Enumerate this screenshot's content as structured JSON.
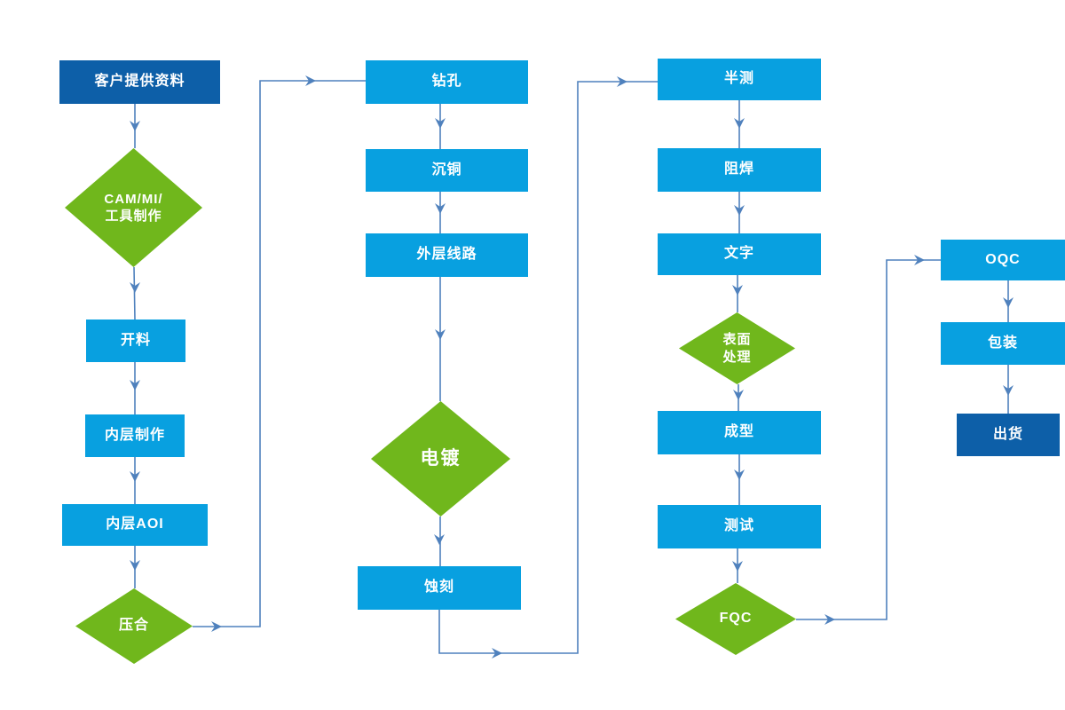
{
  "diagram": {
    "colors": {
      "box_blue": "#08a0e0",
      "box_dark_blue": "#0d5fa8",
      "diamond_green": "#70b71c",
      "connector": "#4f81bd",
      "text": "#ffffff"
    },
    "nodes": {
      "kehu": {
        "label": "客户提供资料"
      },
      "cam": {
        "line1": "CAM/MI/",
        "line2": "工具制作"
      },
      "kailiao": {
        "label": "开料"
      },
      "neiceng_zhizuo": {
        "label": "内层制作"
      },
      "neiceng_aoi": {
        "label": "内层AOI"
      },
      "yahe": {
        "label": "压合"
      },
      "zuankong": {
        "label": "钻孔"
      },
      "chentong": {
        "label": "沉铜"
      },
      "waiceng_xianlu": {
        "label": "外层线路"
      },
      "diandu": {
        "label": "电镀"
      },
      "shike": {
        "label": "蚀刻"
      },
      "bance": {
        "label": "半测"
      },
      "zuhan": {
        "label": "阻焊"
      },
      "wenzi": {
        "label": "文字"
      },
      "biaomian": {
        "line1": "表面",
        "line2": "处理"
      },
      "chengxing": {
        "label": "成型"
      },
      "ceshi": {
        "label": "测试"
      },
      "fqc": {
        "label": "FQC"
      },
      "oqc": {
        "label": "OQC"
      },
      "baozhuang": {
        "label": "包装"
      },
      "chuhuo": {
        "label": "出货"
      }
    },
    "flow_order": [
      "客户提供资料",
      "CAM/MI/工具制作",
      "开料",
      "内层制作",
      "内层AOI",
      "压合",
      "钻孔",
      "沉铜",
      "外层线路",
      "电镀",
      "蚀刻",
      "半测",
      "阻焊",
      "文字",
      "表面处理",
      "成型",
      "测试",
      "FQC",
      "OQC",
      "包装",
      "出货"
    ]
  }
}
